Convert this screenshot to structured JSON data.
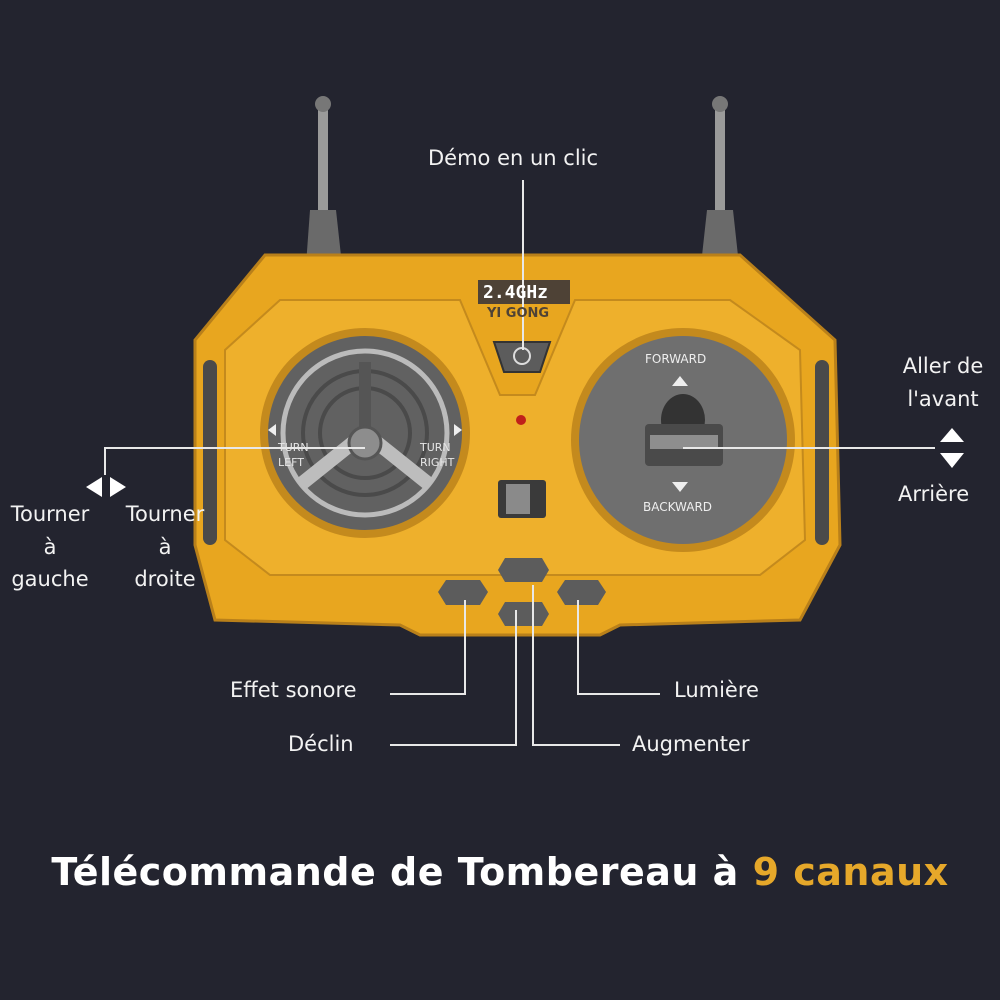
{
  "remote": {
    "frequency": "2.4GHz",
    "brand": "YI GONG",
    "forward_label": "FORWARD",
    "backward_label": "BACKWARD",
    "turn_left_label": "TURN LEFT",
    "turn_right_label": "TURN RIGHT",
    "body_color": "#e8a61f",
    "dark_color": "#5a5a5a"
  },
  "callouts": {
    "demo": "Démo en un clic",
    "forward": [
      "Aller de",
      "l'avant"
    ],
    "backward": "Arrière",
    "turn_left": [
      "Tourner",
      "à",
      "gauche"
    ],
    "turn_right": [
      "Tourner",
      "à",
      "droite"
    ],
    "sound": "Effet sonore",
    "light": "Lumière",
    "lower": "Déclin",
    "raise": "Augmenter"
  },
  "title": {
    "main": "Télécommande de Tombereau à",
    "highlight": "9 canaux",
    "accent_color": "#e6a82a"
  }
}
